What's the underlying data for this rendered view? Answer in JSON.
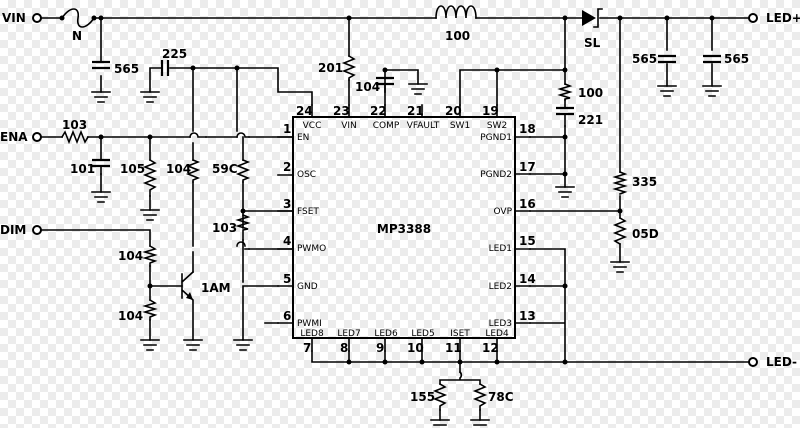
{
  "ports": {
    "vin": "VIN",
    "ena": "ENA",
    "dim": "DIM",
    "led_plus": "LED+",
    "led_minus": "LED-"
  },
  "chip": {
    "name": "MP3388",
    "pins": [
      {
        "num": "1",
        "name": "EN"
      },
      {
        "num": "2",
        "name": "OSC"
      },
      {
        "num": "3",
        "name": "FSET"
      },
      {
        "num": "4",
        "name": "PWMO"
      },
      {
        "num": "5",
        "name": "GND"
      },
      {
        "num": "6",
        "name": "PWMI"
      },
      {
        "num": "7",
        "name": "LED8"
      },
      {
        "num": "8",
        "name": "LED7"
      },
      {
        "num": "9",
        "name": "LED6"
      },
      {
        "num": "10",
        "name": "LED5"
      },
      {
        "num": "11",
        "name": "ISET"
      },
      {
        "num": "12",
        "name": "LED4"
      },
      {
        "num": "13",
        "name": "LED3"
      },
      {
        "num": "14",
        "name": "LED2"
      },
      {
        "num": "15",
        "name": "LED1"
      },
      {
        "num": "16",
        "name": "OVP"
      },
      {
        "num": "17",
        "name": "PGND2"
      },
      {
        "num": "18",
        "name": "PGND1"
      },
      {
        "num": "19",
        "name": "SW2"
      },
      {
        "num": "20",
        "name": "SW1"
      },
      {
        "num": "21",
        "name": "VFAULT"
      },
      {
        "num": "22",
        "name": "COMP"
      },
      {
        "num": "23",
        "name": "VIN"
      },
      {
        "num": "24",
        "name": "VCC"
      }
    ]
  },
  "components": {
    "fuse": "N",
    "inductor": "100",
    "diode": "SL",
    "c_vin": "565",
    "c_vcc": "225",
    "r_vin": "201",
    "c_comp": "104",
    "r_snub": "100",
    "c_snub": "221",
    "c_out1": "565",
    "c_out2": "565",
    "r_ena": "103",
    "c_ena": "101",
    "r_ena_pd": "105",
    "r_osc": "104",
    "c_osc": "59C",
    "r_fset": "103",
    "r_dim1": "104",
    "r_dim2": "104",
    "transistor": "1AM",
    "r_ovp1": "335",
    "r_ovp2": "05D",
    "r_iset1": "155",
    "r_iset2": "78C"
  }
}
